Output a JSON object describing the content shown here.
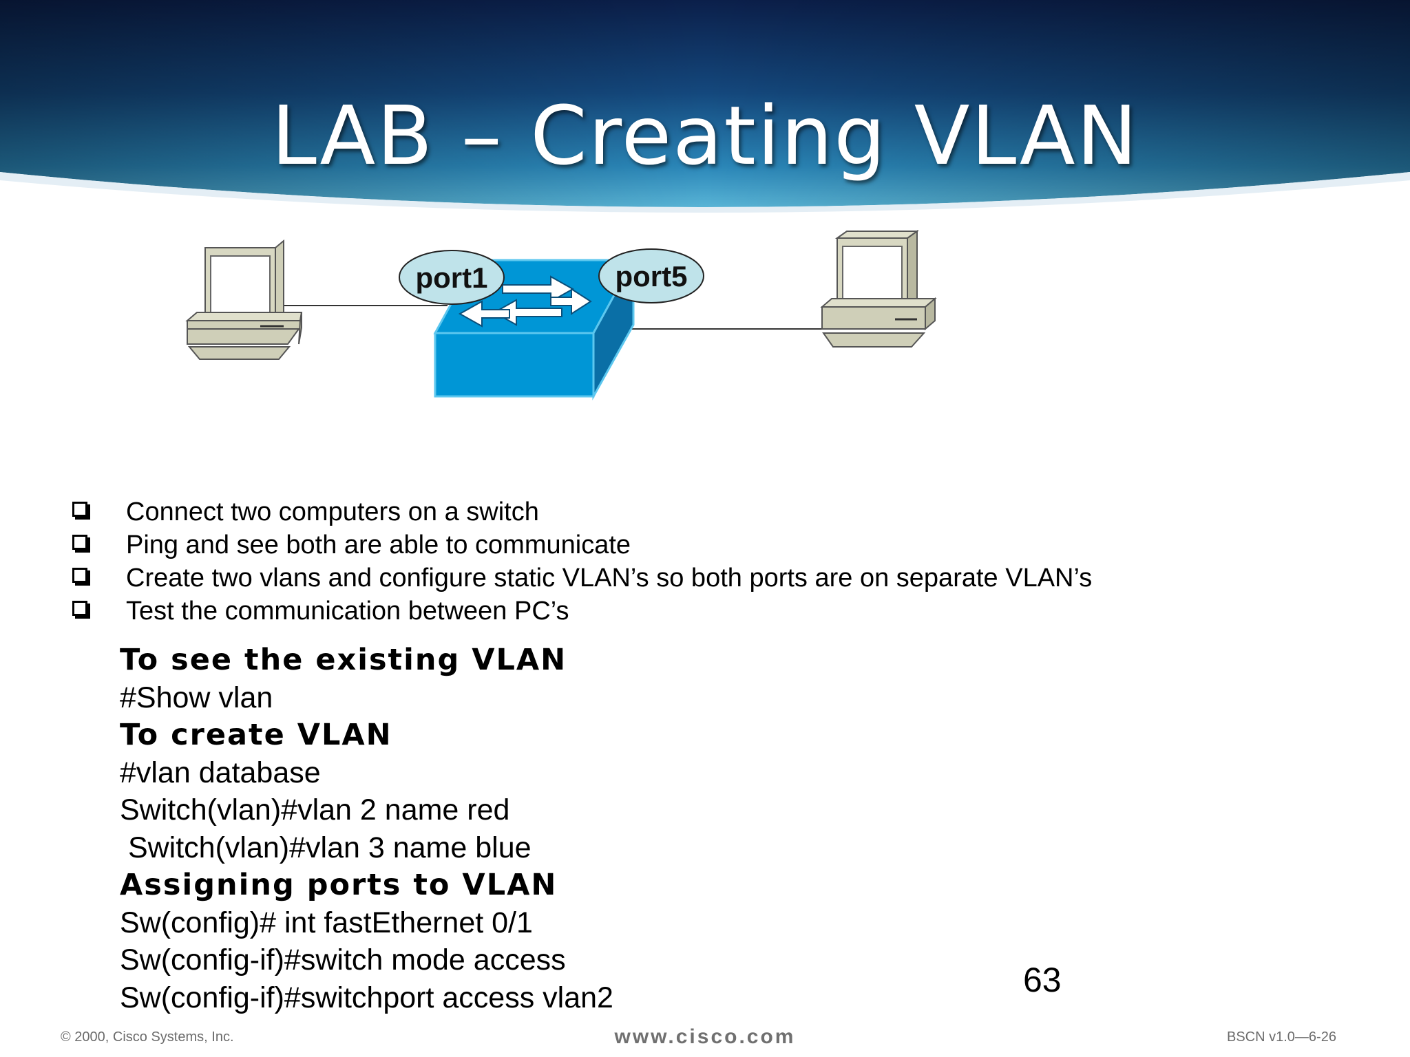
{
  "slide": {
    "title": "LAB – Creating VLAN",
    "page_number": "63"
  },
  "diagram": {
    "port_left": "port1",
    "port_right": "port5"
  },
  "bullets": [
    "Connect two computers on a switch",
    "Ping and see both are able to communicate",
    "Create two vlans and configure static VLAN’s so both ports are on separate VLAN’s",
    "Test the communication between PC’s"
  ],
  "commands": [
    {
      "text": "To see the existing VLAN",
      "heading": true
    },
    {
      "text": "#Show vlan",
      "heading": false
    },
    {
      "text": "To create VLAN",
      "heading": true
    },
    {
      "text": "#vlan database",
      "heading": false
    },
    {
      "text": "Switch(vlan)#vlan 2 name red",
      "heading": false
    },
    {
      "text": " Switch(vlan)#vlan 3 name blue",
      "heading": false
    },
    {
      "text": "Assigning ports to VLAN",
      "heading": true
    },
    {
      "text": "Sw(config)# int fastEthernet 0/1",
      "heading": false
    },
    {
      "text": "Sw(config-if)#switch mode access",
      "heading": false
    },
    {
      "text": "Sw(config-if)#switchport access vlan2",
      "heading": false
    }
  ],
  "footer": {
    "copyright": "© 2000, Cisco Systems, Inc.",
    "website": "www.cisco.com",
    "course": "BSCN v1.0—6-26"
  },
  "colors": {
    "header_dark": "#0d2a5a",
    "header_light": "#2f8fbf",
    "switch_body": "#0096d6",
    "port_label_fill": "#bfe3ea",
    "computer_body": "#cfcfb8"
  }
}
